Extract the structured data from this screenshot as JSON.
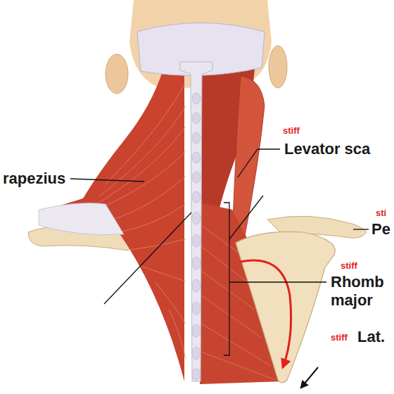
{
  "diagram": {
    "labels": [
      "stiff",
      "Levator sca",
      "rapezius",
      "sti",
      "Pe",
      "stiff",
      "Rhomb major",
      "stiff",
      "Lat."
    ]
  }
}
